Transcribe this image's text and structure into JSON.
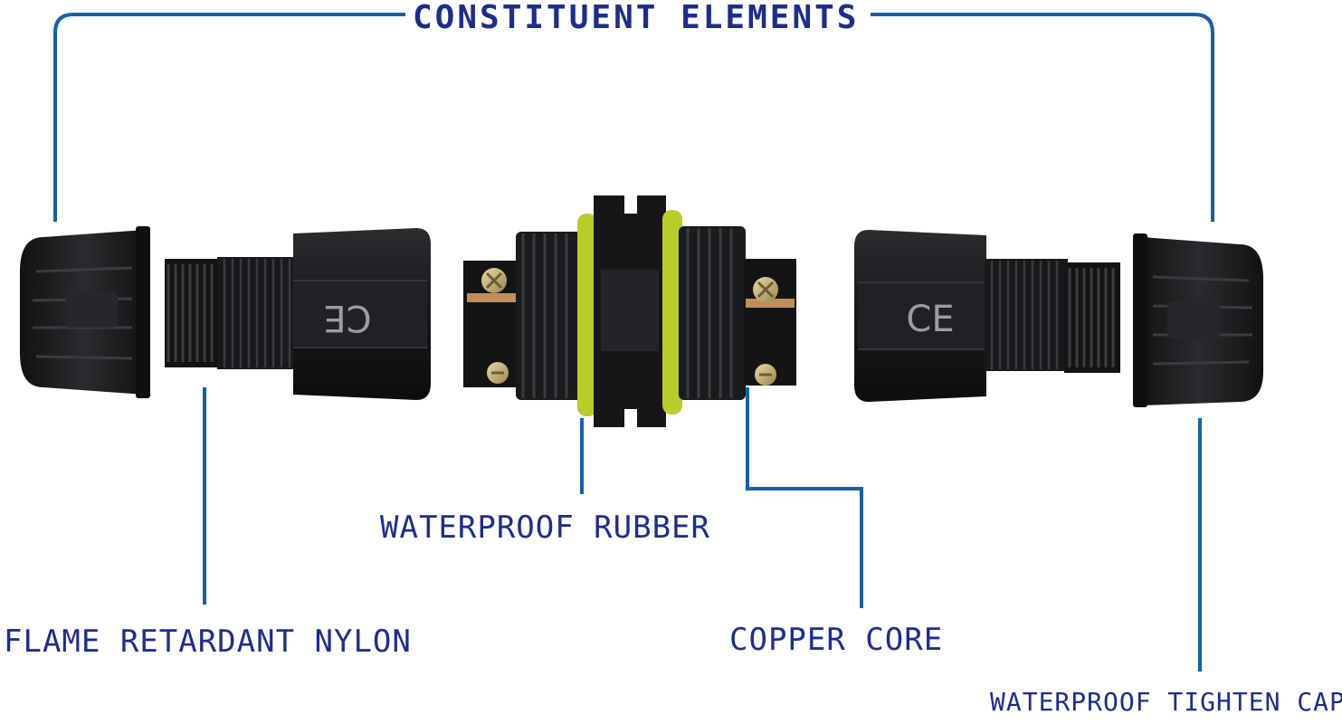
{
  "title": "CONSTITUENT ELEMENTS",
  "labels": {
    "waterproof_rubber": "WATERPROOF RUBBER",
    "flame_retardant_nylon": "FLAME RETARDANT NYLON",
    "copper_core": "COPPER CORE",
    "waterproof_tighten_cap": "WATERPROOF TIGHTEN CAP"
  },
  "ce_mark": "CE",
  "colors": {
    "label_text": "#1f2c8f",
    "leader_line": "#1560a8",
    "part_body": "#1c1d1f",
    "rubber_ring": "#b8cc2a",
    "copper": "#c08e58",
    "screw": "#c7b07a"
  }
}
